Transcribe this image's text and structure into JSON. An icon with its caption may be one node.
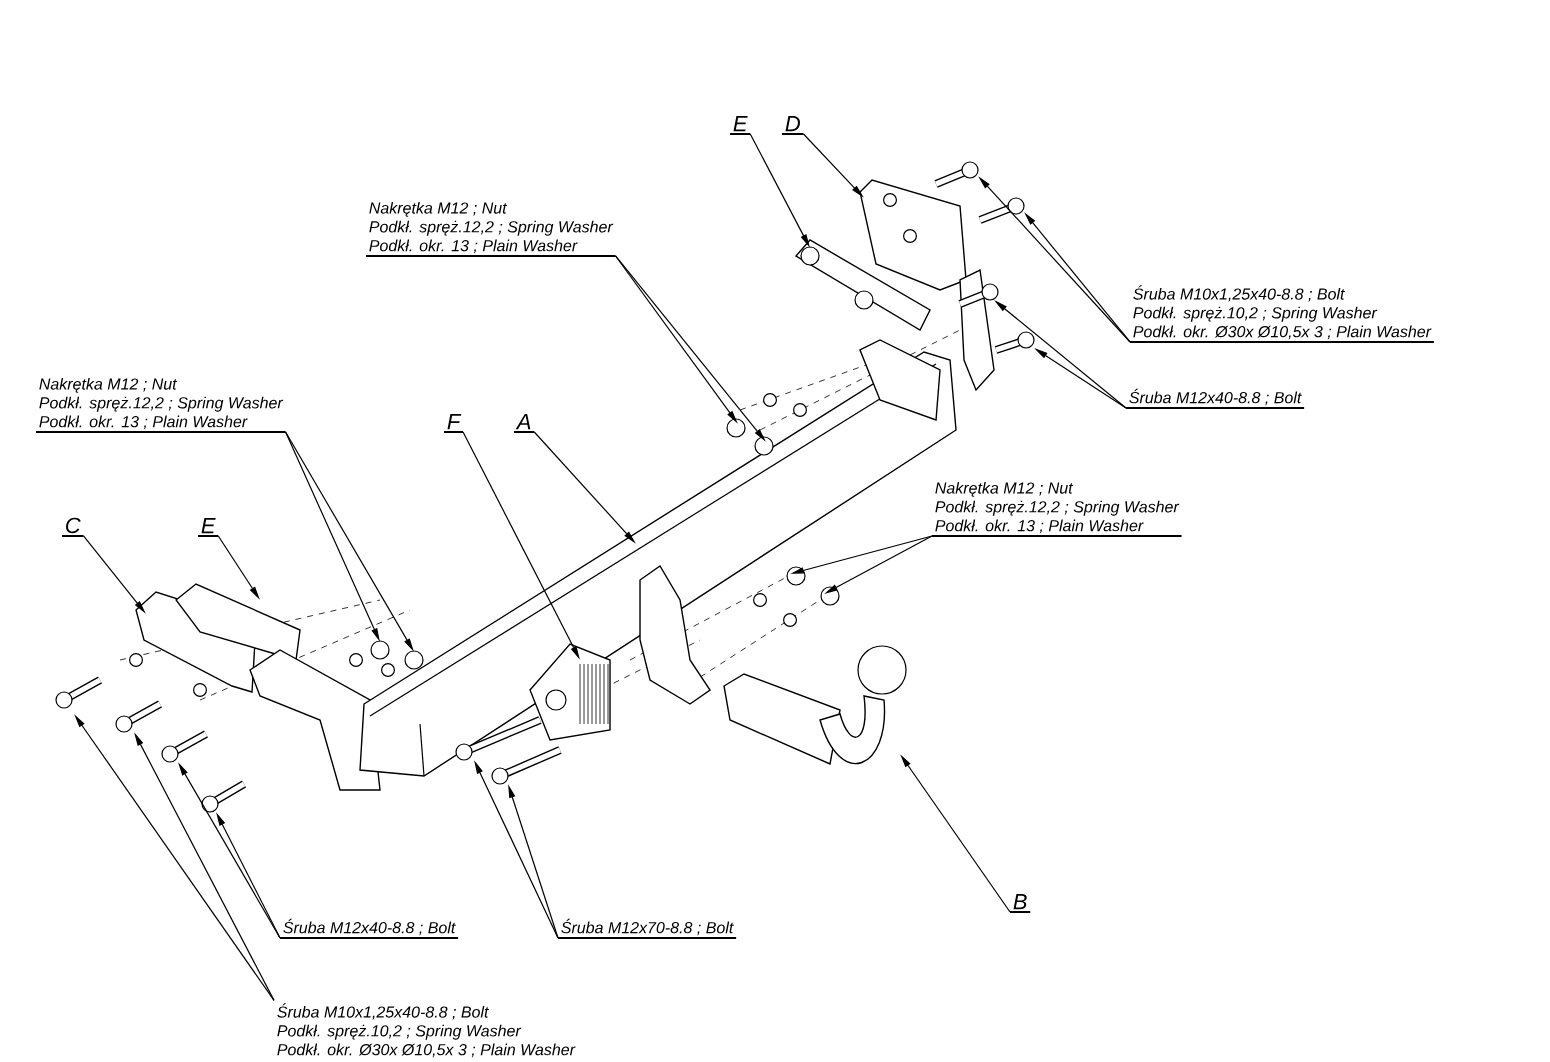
{
  "diagram": {
    "nodes": [
      {
        "text": [
          "Nakrętka M12 ; Nut",
          "Podkł. spręż.12,2 ; Spring Washer",
          "Podkł. okr. 13 ; Plain Washer"
        ]
      },
      {
        "text": [
          "Nakrętka M12 ; Nut",
          "Podkł. spręż.12,2 ; Spring Washer",
          "Podkł. okr. 13 ; Plain Washer"
        ]
      },
      {
        "text": [
          "Nakrętka M12 ; Nut",
          "Podkł. spręż.12,2 ; Spring Washer",
          "Podkł. okr. 13 ; Plain Washer"
        ]
      },
      {
        "text": [
          "Śruba M10x1,25x40-8.8 ; Bolt",
          "Podkł. spręż.10,2 ; Spring Washer",
          "Podkł. okr. Ø30x Ø10,5x 3 ; Plain Washer"
        ]
      },
      {
        "text": [
          "Śruba M12x40-8.8 ; Bolt"
        ]
      },
      {
        "text": [
          "Śruba M12x40-8.8 ; Bolt"
        ]
      },
      {
        "text": [
          "Śruba M12x70-8.8 ; Bolt"
        ]
      },
      {
        "text": [
          "Śruba M10x1,25x40-8.8 ; Bolt",
          "Podkł. spręż.10,2 ; Spring Washer",
          "Podkł. okr. Ø30x Ø10,5x 3 ; Plain Washer"
        ]
      },
      {
        "text": [
          "E"
        ]
      },
      {
        "text": [
          "D"
        ]
      },
      {
        "text": [
          "F"
        ]
      },
      {
        "text": [
          "A"
        ]
      },
      {
        "text": [
          "C"
        ]
      },
      {
        "text": [
          "E"
        ]
      },
      {
        "text": [
          "B"
        ]
      }
    ],
    "edges": [
      {
        "from": 0,
        "to": null,
        "arrow": "to"
      },
      {
        "from": 0,
        "to": null,
        "arrow": "to"
      },
      {
        "from": 1,
        "to": null,
        "arrow": "to"
      },
      {
        "from": 1,
        "to": null,
        "arrow": "to"
      },
      {
        "from": 2,
        "to": null,
        "arrow": "to"
      },
      {
        "from": 2,
        "to": null,
        "arrow": "to"
      },
      {
        "from": 3,
        "to": null,
        "arrow": "to"
      },
      {
        "from": 3,
        "to": null,
        "arrow": "to"
      },
      {
        "from": 4,
        "to": null,
        "arrow": "to"
      },
      {
        "from": 4,
        "to": null,
        "arrow": "to"
      },
      {
        "from": 5,
        "to": null,
        "arrow": "to"
      },
      {
        "from": 5,
        "to": null,
        "arrow": "to"
      },
      {
        "from": 6,
        "to": null,
        "arrow": "to"
      },
      {
        "from": 6,
        "to": null,
        "arrow": "to"
      },
      {
        "from": 7,
        "to": null,
        "arrow": "to"
      },
      {
        "from": 7,
        "to": null,
        "arrow": "to"
      },
      {
        "from": 8,
        "to": null,
        "arrow": "to"
      },
      {
        "from": 9,
        "to": null,
        "arrow": "to"
      },
      {
        "from": 10,
        "to": null,
        "arrow": "to"
      },
      {
        "from": 11,
        "to": null,
        "arrow": "to"
      },
      {
        "from": 12,
        "to": null,
        "arrow": "to"
      },
      {
        "from": 13,
        "to": null,
        "arrow": "to"
      },
      {
        "from": 14,
        "to": null,
        "arrow": "to"
      }
    ]
  }
}
